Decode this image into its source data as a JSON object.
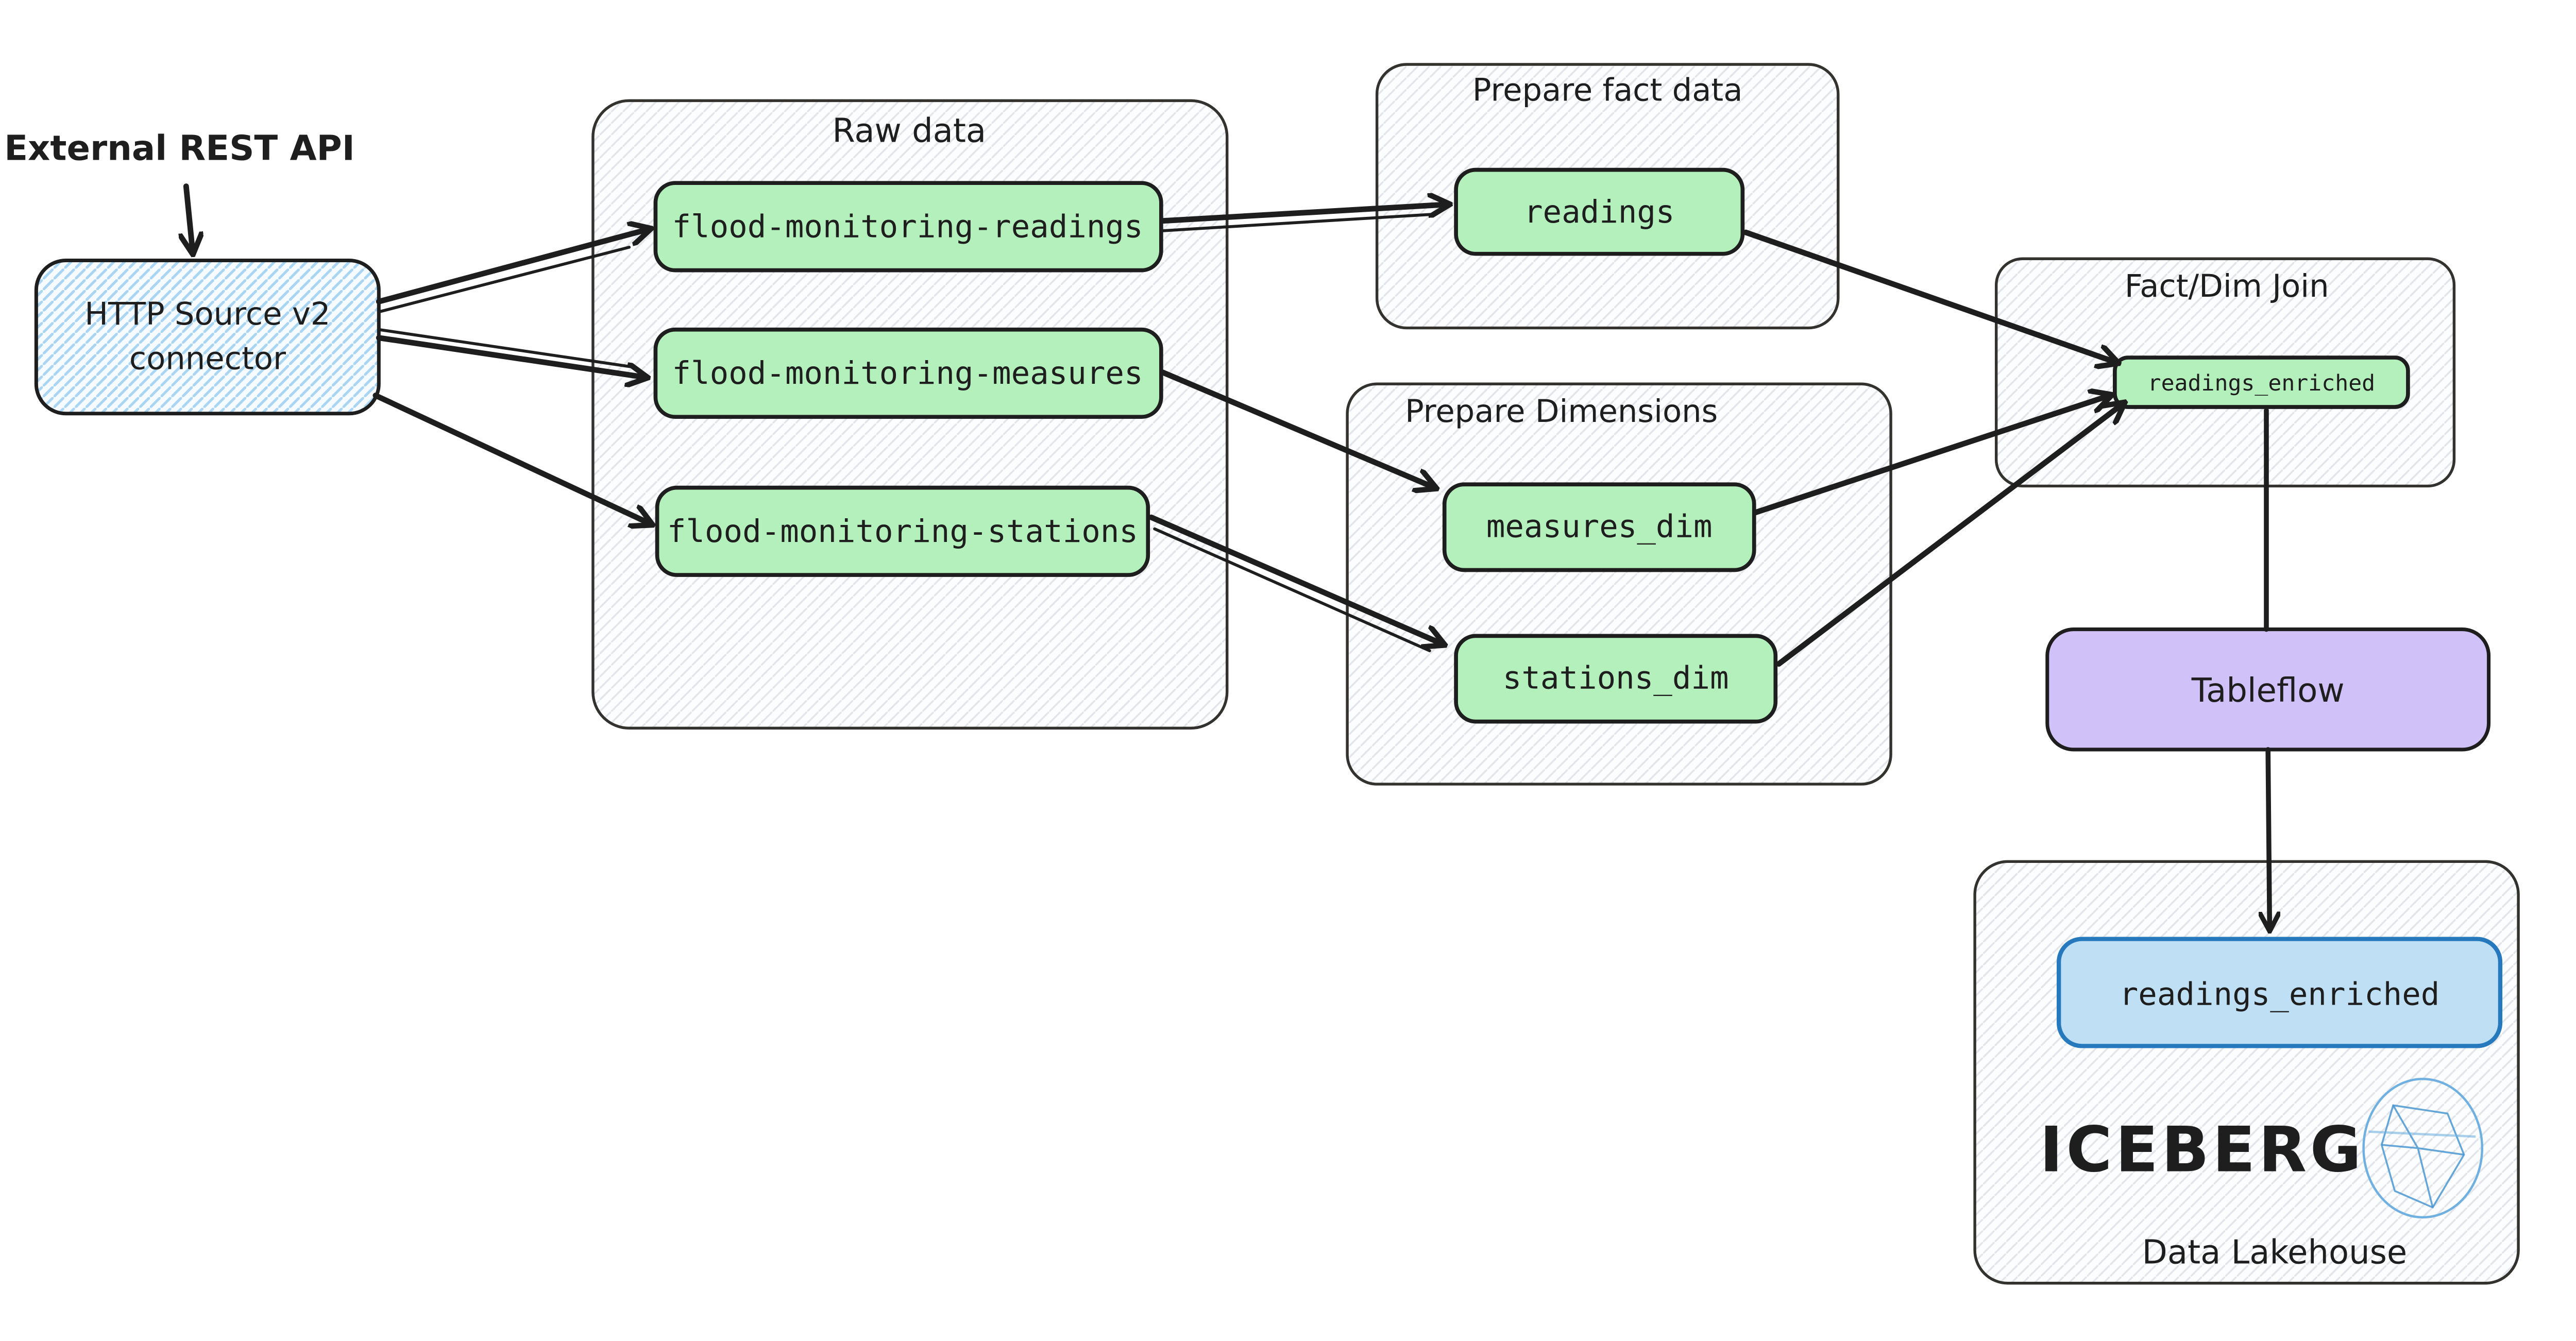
{
  "diagram": {
    "external_api_label": "External REST API",
    "http_source": {
      "line1": "HTTP Source v2",
      "line2": "connector"
    },
    "raw": {
      "title": "Raw data",
      "topics": [
        "flood-monitoring-readings",
        "flood-monitoring-measures",
        "flood-monitoring-stations"
      ]
    },
    "fact": {
      "title": "Prepare fact data",
      "node": "readings"
    },
    "dims": {
      "title": "Prepare Dimensions",
      "node1": "measures_dim",
      "node2": "stations_dim"
    },
    "join": {
      "title": "Fact/Dim Join",
      "node": "readings_enriched"
    },
    "tableflow": {
      "label": "Tableflow"
    },
    "lakehouse": {
      "title": "Data Lakehouse",
      "table": "readings_enriched",
      "logo_text": "ICEBERG"
    }
  },
  "colors": {
    "node_green": "#b4f0bc",
    "tableflow_purple": "#d0c1f8",
    "lake_table_fill": "#bfe0f4",
    "lake_table_stroke": "#2779bd",
    "blue_ink": "#2878bf",
    "label_blue": "#1b74c5",
    "ink": "#1e1e1e"
  }
}
